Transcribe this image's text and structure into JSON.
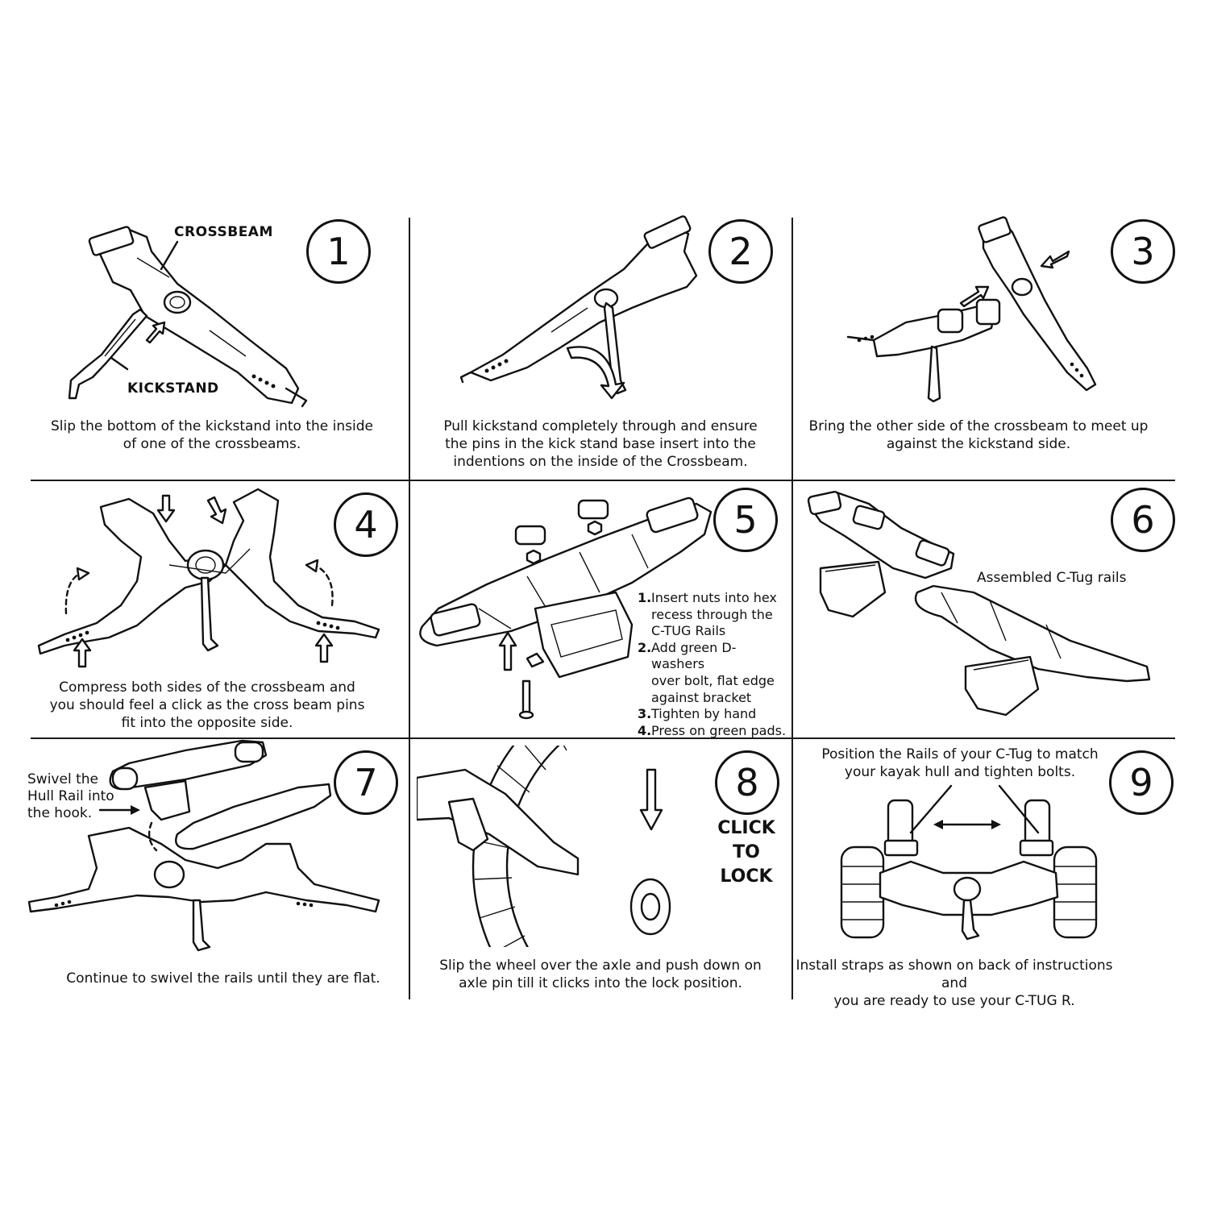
{
  "panels": [
    {
      "number": "1",
      "caption": [
        "Slip the bottom of the kickstand into the inside",
        "of one of the crossbeams."
      ],
      "labels": {
        "crossbeam": "CROSSBEAM",
        "kickstand": "KICKSTAND"
      }
    },
    {
      "number": "2",
      "caption": [
        "Pull kickstand completely through and ensure",
        "the pins in the kick stand base insert into the",
        "indentions on the inside of the Crossbeam."
      ]
    },
    {
      "number": "3",
      "caption": [
        "Bring the other side of the crossbeam to meet up",
        "against the kickstand side."
      ]
    },
    {
      "number": "4",
      "caption": [
        "Compress both sides of the crossbeam and",
        "you should feel a click as the cross beam pins",
        "fit into the opposite side."
      ]
    },
    {
      "number": "5",
      "steps": [
        {
          "n": "1.",
          "lines": [
            "Insert nuts into hex",
            "recess through the",
            "C-TUG Rails"
          ]
        },
        {
          "n": "2.",
          "lines": [
            "Add green D-washers",
            "over bolt, flat edge",
            "against bracket"
          ]
        },
        {
          "n": "3.",
          "lines": [
            "Tighten by hand"
          ]
        },
        {
          "n": "4.",
          "lines": [
            "Press on green pads."
          ]
        }
      ]
    },
    {
      "number": "6",
      "label": "Assembled C-Tug rails"
    },
    {
      "number": "7",
      "side_note": [
        "Swivel the",
        "Hull Rail into",
        "the hook."
      ],
      "caption": [
        "Continue to swivel the rails until they are flat."
      ]
    },
    {
      "number": "8",
      "callout": [
        "CLICK TO",
        "LOCK"
      ],
      "caption": [
        "Slip the wheel over the axle and push down on",
        "axle pin till it clicks into the lock position."
      ]
    },
    {
      "number": "9",
      "top_note": [
        "Position the Rails of your C-Tug to match",
        "your kayak hull and tighten bolts."
      ],
      "caption": [
        "Install straps as shown on back of instructions and",
        "you are ready to use your C-TUG R."
      ]
    }
  ],
  "icons": [
    "arrow-icon",
    "crossbeam-illustration",
    "kickstand-illustration",
    "wheel-illustration",
    "rail-illustration",
    "cart-illustration"
  ]
}
